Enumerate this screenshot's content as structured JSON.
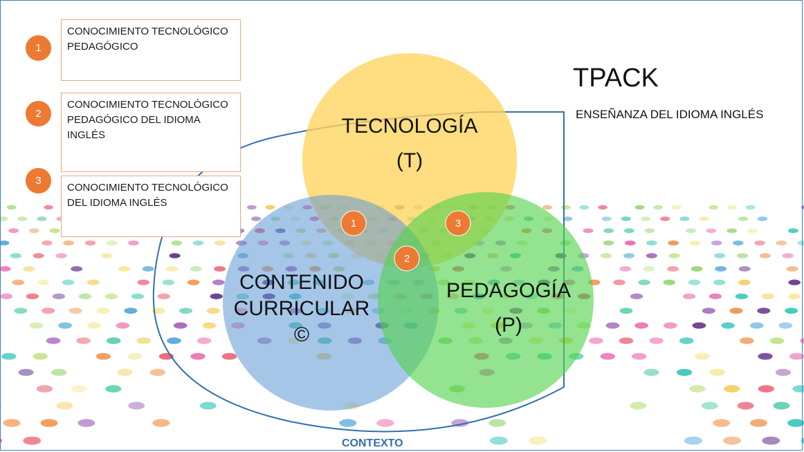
{
  "title": "TPACK",
  "subtitle": "ENSEÑANZA DEL IDIOMA INGLÉS",
  "context_label": "CONTEXTO",
  "circles": {
    "technology": {
      "name": "TECNOLOGÍA",
      "abbr": "(T)",
      "color": "#ffd35c"
    },
    "content": {
      "line1": "CONTENIDO",
      "line2": "CURRICULAR",
      "abbr": "©",
      "color": "#5d97d6"
    },
    "pedagogy": {
      "name": "PEDAGOGÍA",
      "abbr": "(P)",
      "color": "#51d24c"
    }
  },
  "legend": [
    {
      "number": "1",
      "text": "Conocimiento tecnológico pedagógico"
    },
    {
      "number": "2",
      "text": "Conocimiento tecnológico pedagógico del idioma inglés"
    },
    {
      "number": "3",
      "text": "Conocimiento tecnológico del idioma inglés"
    }
  ],
  "intersections": [
    {
      "number": "1"
    },
    {
      "number": "2"
    },
    {
      "number": "3"
    }
  ],
  "colors": {
    "accent": "#ec7a33",
    "context_outline": "#2f6fad",
    "frame": "#3a7fbf"
  }
}
